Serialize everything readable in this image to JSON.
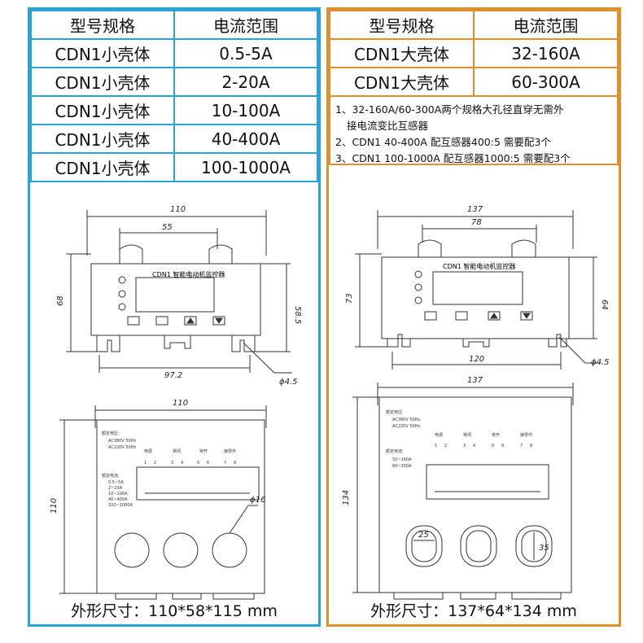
{
  "left": {
    "header": {
      "col1": "型号规格",
      "col2": "电流范围"
    },
    "rows": [
      {
        "model": "CDN1小壳体",
        "range": "0.5-5A"
      },
      {
        "model": "CDN1小壳体",
        "range": "2-20A"
      },
      {
        "model": "CDN1小壳体",
        "range": "10-100A"
      },
      {
        "model": "CDN1小壳体",
        "range": "40-400A"
      },
      {
        "model": "CDN1小壳体",
        "range": "100-1000A"
      }
    ],
    "front": {
      "device_title": "CDN1 智能电动机监控器",
      "dim_width": "110",
      "dim_mount": "55",
      "dim_height": "68",
      "dim_inner_height": "58.5",
      "dim_bottom": "97.2",
      "dim_hole": "ϕ4.5"
    },
    "back": {
      "dim_width": "110",
      "dim_height": "110",
      "dim_hole": "ϕ16",
      "label_voltage": "额定电压:",
      "voltage_options": [
        "AC380V 50Hz",
        "AC220V 50Hz"
      ],
      "label_current": "额定电流:",
      "current_options": [
        "0.5~5A",
        "2~20A",
        "10~100A",
        "40~400A",
        "100~1000A"
      ],
      "terminal_groups": [
        "电源",
        "常闭",
        "常开",
        "接零件"
      ],
      "terminal_numbers": [
        "1",
        "2",
        "3",
        "4",
        "5",
        "6",
        "7",
        "8"
      ]
    },
    "footer": "外形尺寸：110*58*115 mm"
  },
  "right": {
    "header": {
      "col1": "型号规格",
      "col2": "电流范围"
    },
    "rows": [
      {
        "model": "CDN1大壳体",
        "range": "32-160A"
      },
      {
        "model": "CDN1大壳体",
        "range": "60-300A"
      }
    ],
    "notes": [
      "1、32-160A/60-300A两个规格大孔径直穿无需外",
      "接电流变比互感器",
      "2、CDN1 40-400A 配互感器400:5 需要配3个",
      "3、CDN1 100-1000A 配互感器1000:5 需要配3个"
    ],
    "front": {
      "device_title": "CDN1 智能电动机监控器",
      "dim_width": "137",
      "dim_mount": "78",
      "dim_height": "73",
      "dim_inner_height": "64",
      "dim_bottom": "120",
      "dim_hole": "ϕ4.5"
    },
    "back": {
      "dim_width": "137",
      "dim_height": "134",
      "dim_hole_w": "25",
      "dim_hole_h": "35",
      "label_voltage": "额定电压:",
      "voltage_options": [
        "AC380V 50Hz",
        "AC220V 50Hz"
      ],
      "label_current": "额定电流:",
      "current_options": [
        "32~160A",
        "60~300A"
      ],
      "terminal_groups": [
        "电源",
        "常闭",
        "常开",
        "接零件"
      ],
      "terminal_numbers": [
        "1",
        "2",
        "3",
        "4",
        "5",
        "6",
        "7",
        "8"
      ]
    },
    "footer": "外形尺寸：137*64*134 mm"
  },
  "colors": {
    "left_accent": "#2aa3d8",
    "right_accent": "#e0902a"
  }
}
